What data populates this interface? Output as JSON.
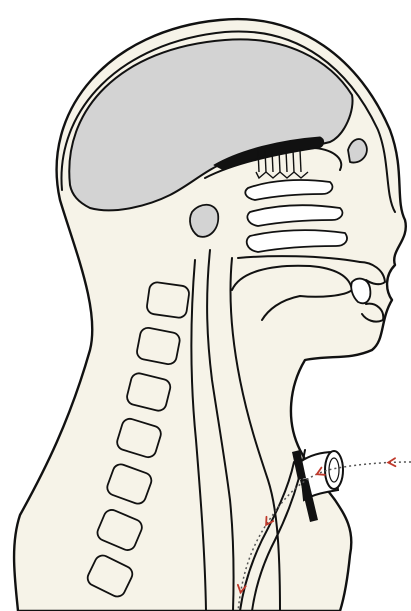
{
  "diagram": {
    "subject": "sagittal-head-neck-cross-section-with-tracheostomy-tube",
    "colors": {
      "tissue": "#f6f3e8",
      "brain": "#d3d3d3",
      "outline": "#111111",
      "airflow_arrow": "#c0392b",
      "airflow_path": "#555555",
      "background": "#ffffff"
    },
    "vertebrae_count": 7,
    "airflow": {
      "direction": "inward-through-tracheostomy",
      "arrow_count": 4
    }
  }
}
